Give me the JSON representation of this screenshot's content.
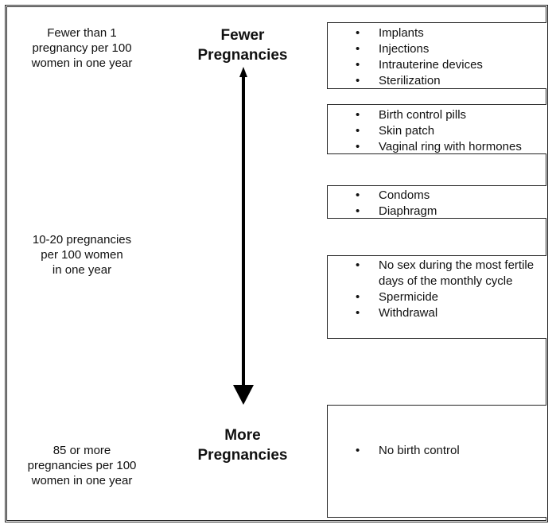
{
  "rates": {
    "top": [
      "Fewer than 1",
      "pregnancy per 100",
      "women in one year"
    ],
    "middle": [
      "10-20 pregnancies",
      "per 100 women",
      "in one year"
    ],
    "bottom": [
      "85 or more",
      "pregnancies per 100",
      "women in one year"
    ]
  },
  "axis": {
    "top_label": [
      "Fewer",
      "Pregnancies"
    ],
    "bottom_label": [
      "More",
      "Pregnancies"
    ]
  },
  "method_groups": [
    {
      "items": [
        "Implants",
        "Injections",
        "Intrauterine devices",
        "Sterilization"
      ]
    },
    {
      "items": [
        "Birth control pills",
        "Skin patch",
        "Vaginal ring with hormones"
      ]
    },
    {
      "items": [
        "Condoms",
        "Diaphragm"
      ]
    },
    {
      "items": [
        "No sex during the most fertile days of the monthly cycle",
        "Spermicide",
        "Withdrawal"
      ]
    },
    {
      "items": [
        "No birth control"
      ]
    }
  ],
  "bullet_symbol": "•"
}
